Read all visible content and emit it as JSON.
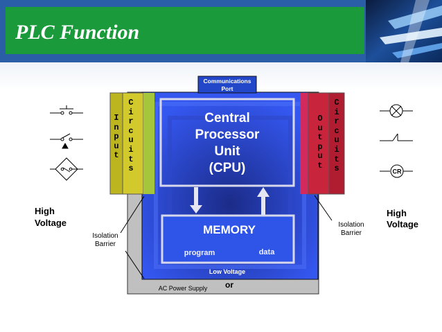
{
  "slide": {
    "title": "PLC Function"
  },
  "diagram": {
    "comm_port": {
      "line1": "Communications",
      "line2": "Port"
    },
    "input_module": {
      "word1": "Input",
      "word2": "Circuits"
    },
    "output_module": {
      "word1": "Output",
      "word2": "Circuits"
    },
    "cpu": {
      "line1": "Central",
      "line2": "Processor",
      "line3": "Unit",
      "line4": "(CPU)"
    },
    "memory": {
      "label": "MEMORY",
      "program": "program",
      "data": "data"
    },
    "low_voltage": "Low Voltage",
    "ac_power": "AC Power Supply",
    "or_text": "or",
    "high_voltage_left": {
      "line1": "High",
      "line2": "Voltage"
    },
    "high_voltage_right": {
      "line1": "High",
      "line2": "Voltage"
    },
    "isolation_left": {
      "line1": "Isolation",
      "line2": "Barrier"
    },
    "isolation_right": {
      "line1": "Isolation",
      "line2": "Barrier"
    },
    "relay_coil": "CR"
  },
  "colors": {
    "title_band": "#1a9a3a",
    "cpu_blue": "#2a4de0",
    "input_yellow": "#c8c020",
    "output_red": "#c8243c",
    "memory_blue": "#2f55e8"
  }
}
